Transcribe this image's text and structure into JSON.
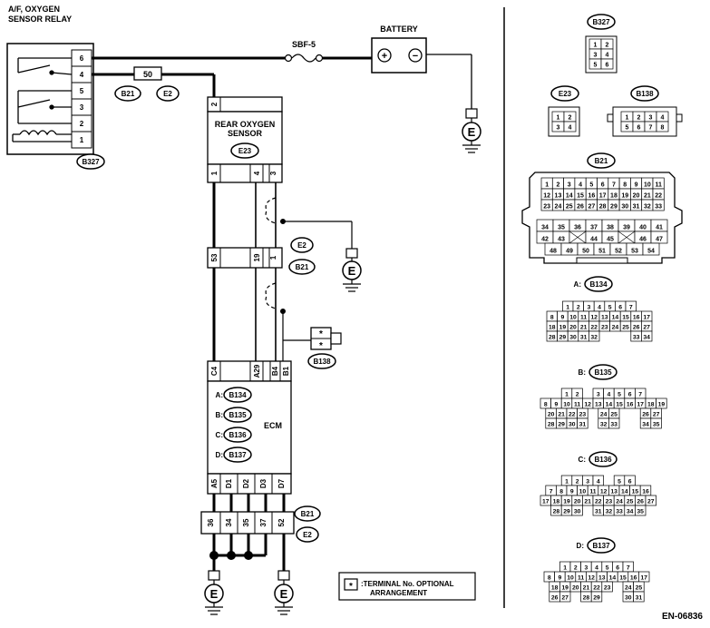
{
  "relay": {
    "title_line1": "A/F, OXYGEN",
    "title_line2": "SENSOR RELAY",
    "pins": [
      "6",
      "4",
      "5",
      "3",
      "2",
      "1"
    ],
    "connector": "B327"
  },
  "battery": {
    "label": "BATTERY",
    "plus": "+",
    "minus": "−"
  },
  "fuse": {
    "label": "SBF-5"
  },
  "joint": {
    "number": "50",
    "connector_a": "B21",
    "connector_b": "E2"
  },
  "sensor": {
    "title_line1": "REAR OXYGEN",
    "title_line2": "SENSOR",
    "connector": "E23",
    "top_pin": "2",
    "bottom_pins": [
      "1",
      "4",
      "3"
    ]
  },
  "mid_connector": {
    "pins": [
      "53",
      "19",
      "1"
    ],
    "labels": [
      "E2",
      "B21"
    ]
  },
  "b138": {
    "connector": "B138",
    "pins": [
      "*",
      "*"
    ]
  },
  "ecm": {
    "label": "ECM",
    "top_pins": [
      "C4",
      "A29",
      "B4",
      "B1"
    ],
    "connector_prefixes": [
      "A:",
      "B:",
      "C:",
      "D:"
    ],
    "connectors": [
      "B134",
      "B135",
      "B136",
      "B137"
    ],
    "bottom_pins": [
      "A5",
      "D1",
      "D2",
      "D3",
      "D7"
    ]
  },
  "bottom_connector": {
    "pins": [
      "36",
      "34",
      "35",
      "37",
      "52"
    ],
    "labels": [
      "B21",
      "E2"
    ]
  },
  "ground": {
    "label": "E"
  },
  "legend": {
    "symbol": "*",
    "text_line1": ":TERMINAL No. OPTIONAL",
    "text_line2": "ARRANGEMENT"
  },
  "diagram_code": "EN-06836",
  "connector_views": {
    "b327": {
      "name": "B327",
      "rows": [
        [
          "1",
          "2"
        ],
        [
          "3",
          "4"
        ],
        [
          "5",
          "6"
        ]
      ]
    },
    "e23": {
      "name": "E23",
      "rows": [
        [
          "1",
          "2"
        ],
        [
          "3",
          "4"
        ]
      ]
    },
    "b138": {
      "name": "B138",
      "rows": [
        [
          "1",
          "2",
          "3",
          "4"
        ],
        [
          "5",
          "6",
          "7",
          "8"
        ]
      ]
    },
    "b21": {
      "name": "B21",
      "upper_rows": [
        [
          "1",
          "2",
          "3",
          "4",
          "5",
          "6",
          "7",
          "8",
          "9",
          "10",
          "11"
        ],
        [
          "12",
          "13",
          "14",
          "15",
          "16",
          "17",
          "18",
          "19",
          "20",
          "21",
          "22"
        ],
        [
          "23",
          "24",
          "25",
          "26",
          "27",
          "28",
          "29",
          "30",
          "31",
          "32",
          "33"
        ]
      ],
      "lower_rows": [
        [
          "34",
          "35",
          "36",
          "37",
          "38",
          "39",
          "40",
          "41"
        ],
        [
          "42",
          "43",
          "",
          "44",
          "45",
          "",
          "46",
          "47"
        ],
        [
          "48",
          "49",
          "50",
          "51",
          "52",
          "53",
          "54"
        ]
      ]
    },
    "b134": {
      "prefix": "A:",
      "name": "B134",
      "rows": [
        [
          "1",
          "2",
          "3",
          "4",
          "5",
          "6",
          "7"
        ],
        [
          "8",
          "9",
          "10",
          "11",
          "12",
          "13",
          "14",
          "15",
          "16",
          "17"
        ],
        [
          "18",
          "19",
          "20",
          "21",
          "22",
          "23",
          "24",
          "25",
          "26",
          "27"
        ],
        [
          "28",
          "29",
          "30",
          "31",
          "32",
          "",
          "",
          "",
          "33",
          "34"
        ]
      ]
    },
    "b135": {
      "prefix": "B:",
      "name": "B135",
      "rows": [
        [
          "1",
          "2",
          "",
          "3",
          "4",
          "5",
          "6",
          "7"
        ],
        [
          "8",
          "9",
          "10",
          "11",
          "12",
          "13",
          "14",
          "15",
          "16",
          "17",
          "18",
          "19"
        ],
        [
          "20",
          "21",
          "22",
          "23",
          "",
          "24",
          "25",
          "",
          "",
          "26",
          "27"
        ],
        [
          "28",
          "29",
          "30",
          "31",
          "",
          "32",
          "33",
          "",
          "",
          "34",
          "35"
        ]
      ]
    },
    "b136": {
      "prefix": "C:",
      "name": "B136",
      "rows": [
        [
          "1",
          "2",
          "3",
          "4",
          "",
          "5",
          "6"
        ],
        [
          "7",
          "8",
          "9",
          "10",
          "11",
          "12",
          "13",
          "14",
          "15",
          "16"
        ],
        [
          "17",
          "18",
          "19",
          "20",
          "21",
          "22",
          "23",
          "24",
          "25",
          "26",
          "27"
        ],
        [
          "28",
          "29",
          "30",
          "",
          "31",
          "32",
          "33",
          "34",
          "35"
        ]
      ]
    },
    "b137": {
      "prefix": "D:",
      "name": "B137",
      "rows": [
        [
          "1",
          "2",
          "3",
          "4",
          "5",
          "6",
          "7"
        ],
        [
          "8",
          "9",
          "10",
          "11",
          "12",
          "13",
          "14",
          "15",
          "16",
          "17"
        ],
        [
          "18",
          "19",
          "20",
          "21",
          "22",
          "23",
          "",
          "24",
          "25"
        ],
        [
          "26",
          "27",
          "",
          "28",
          "29",
          "",
          "",
          "30",
          "31"
        ]
      ]
    }
  }
}
